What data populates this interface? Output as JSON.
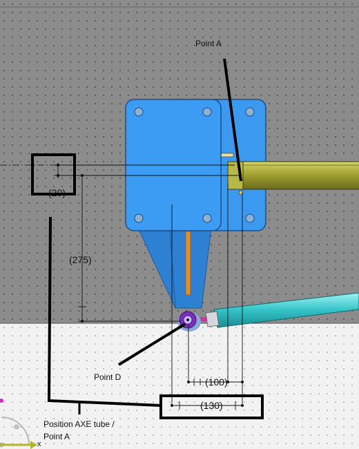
{
  "annotations": {
    "point_a": "Point A",
    "point_d": "Point D",
    "position_note_line1": "Position AXE tube /",
    "position_note_line2": "Point A"
  },
  "dimensions": {
    "dim_20": "(20)",
    "dim_275": "(275)",
    "dim_100": "(100)",
    "dim_130": "(130)"
  },
  "triad": {
    "x_axis": "x"
  },
  "colors": {
    "background_gray": "#8c8c8c",
    "background_light": "#f2f2f2",
    "plate_blue": "#3a97ef",
    "bracket_blue": "#2e7fd0",
    "tube_olive": "#9e9e2a",
    "cylinder_cyan": "#34c3c8",
    "rod_orange": "#e88a1e",
    "joint_purple": "#7b2fbf"
  }
}
